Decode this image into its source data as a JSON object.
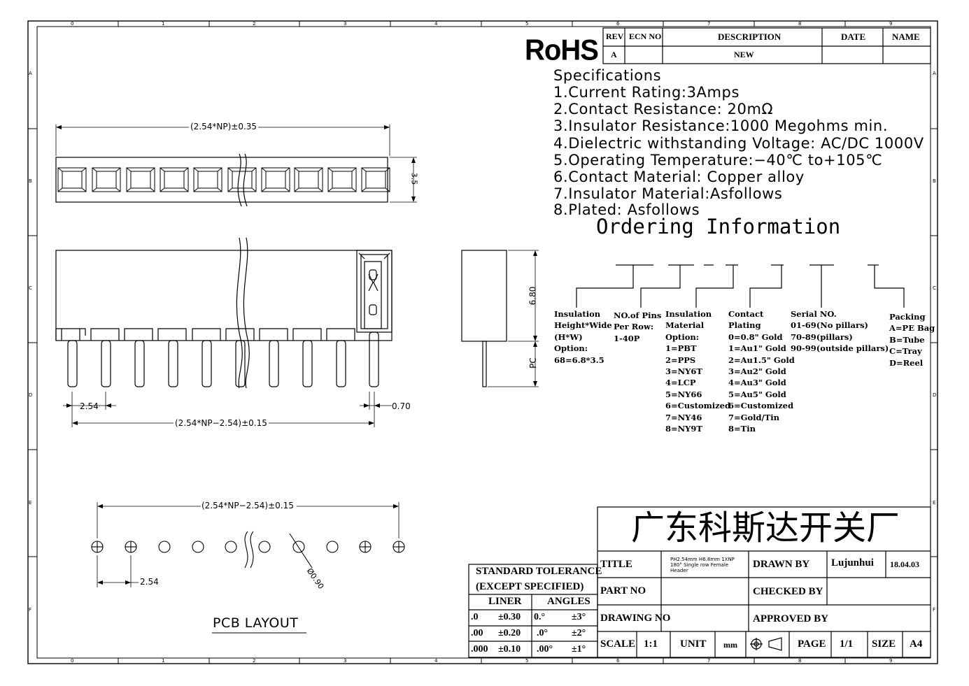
{
  "frame": {
    "col_labels": [
      "0",
      "1",
      "2",
      "3",
      "4",
      "5",
      "6",
      "7",
      "8",
      "9"
    ],
    "row_labels": [
      "A",
      "B",
      "C",
      "D",
      "E",
      "F"
    ]
  },
  "rohs": "RoHS",
  "revision": {
    "headers": [
      "REV",
      "ECN NO",
      "DESCRIPTION",
      "DATE",
      "NAME"
    ],
    "row": {
      "rev": "A",
      "ecn": "",
      "description": "NEW",
      "date": "",
      "name": ""
    }
  },
  "specs": {
    "heading": "Specifications",
    "items": [
      "1.Current  Rating:3Amps",
      "2.Contact  Resistance: 20mΩ",
      "3.Insulator  Resistance:1000  Megohms  min.",
      "4.Dielectric  withstanding  Voltage: AC/DC  1000V",
      "5.Operating  Temperature:−40℃  to+105℃",
      "6.Contact  Material:  Copper  alloy",
      "7.Insulator  Material:Asfollows",
      "8.Plated:  Asfollows"
    ]
  },
  "ordering": {
    "title": "Ordering Information",
    "cols": [
      {
        "head": "Insulation\nHeight*Wide\n(H*W)\nOption:\n68=6.8*3.5"
      },
      {
        "head": "NO.of Pins\nPer Row:\n1-40P"
      },
      {
        "head": "Insulation\nMaterial\nOption:\n1=PBT\n2=PPS\n3=NY6T\n4=LCP\n5=NY66\n6=Customized\n7=NY46\n8=NY9T"
      },
      {
        "head": "Contact\nPlating\n0=0.8\" Gold\n1=Au1\" Gold\n2=Au1.5\" Gold\n3=Au2\" Gold\n4=Au3\" Gold\n5=Au5\" Gold\n6=Customized\n7=Gold/Tin\n8=Tin"
      },
      {
        "head": "Serial NO.\n01-69(No pillars)\n70-89(pillars)\n90-99(outside pillars)"
      },
      {
        "head": "Packing\nA=PE Bag\nB=Tube\nC=Tray\nD=Reel"
      }
    ]
  },
  "dims": {
    "top_length": "(2.54*NP)±0.35",
    "height_small": "3.5",
    "pitch": "2.54",
    "pin_width": "0.70",
    "side_length": "(2.54*NP−2.54)±0.15",
    "height": "6.80",
    "pc": "PC",
    "pcb_length": "(2.54*NP−2.54)±0.15",
    "pcb_pitch": "2.54",
    "hole": "Ø0.90"
  },
  "pcb_layout": "PCB  LAYOUT",
  "tolerance": {
    "title1": "STANDARD  TOLERANCE",
    "title2": "(EXCEPT   SPECIFIED)",
    "liner": "LINER",
    "angles": "ANGLES",
    "rows": [
      {
        "d": ".0",
        "lv": "±0.30",
        "a": "0.°",
        "av": "±3°"
      },
      {
        "d": ".00",
        "lv": "±0.20",
        "a": ".0°",
        "av": "±2°"
      },
      {
        "d": ".000",
        "lv": "±0.10",
        "a": ".00°",
        "av": "±1°"
      }
    ]
  },
  "title_block": {
    "company": "广东科斯达开关厂",
    "title_label": "TITLE",
    "title_value": "PH2.54mm H6.8mm 1XNP 180° Single row Female Header",
    "drawn_by_label": "DRAWN BY",
    "drawn_by_value": "Lujunhui",
    "drawn_date": "18.04.03",
    "part_no_label": "PART NO",
    "checked_by_label": "CHECKED BY",
    "drawing_no_label": "DRAWING NO",
    "approved_by_label": "APPROVED BY",
    "scale_label": "SCALE",
    "scale_value": "1:1",
    "unit_label": "UNIT",
    "unit_value": "mm",
    "page_label": "PAGE",
    "page_value": "1/1",
    "size_label": "SIZE",
    "size_value": "A4"
  }
}
